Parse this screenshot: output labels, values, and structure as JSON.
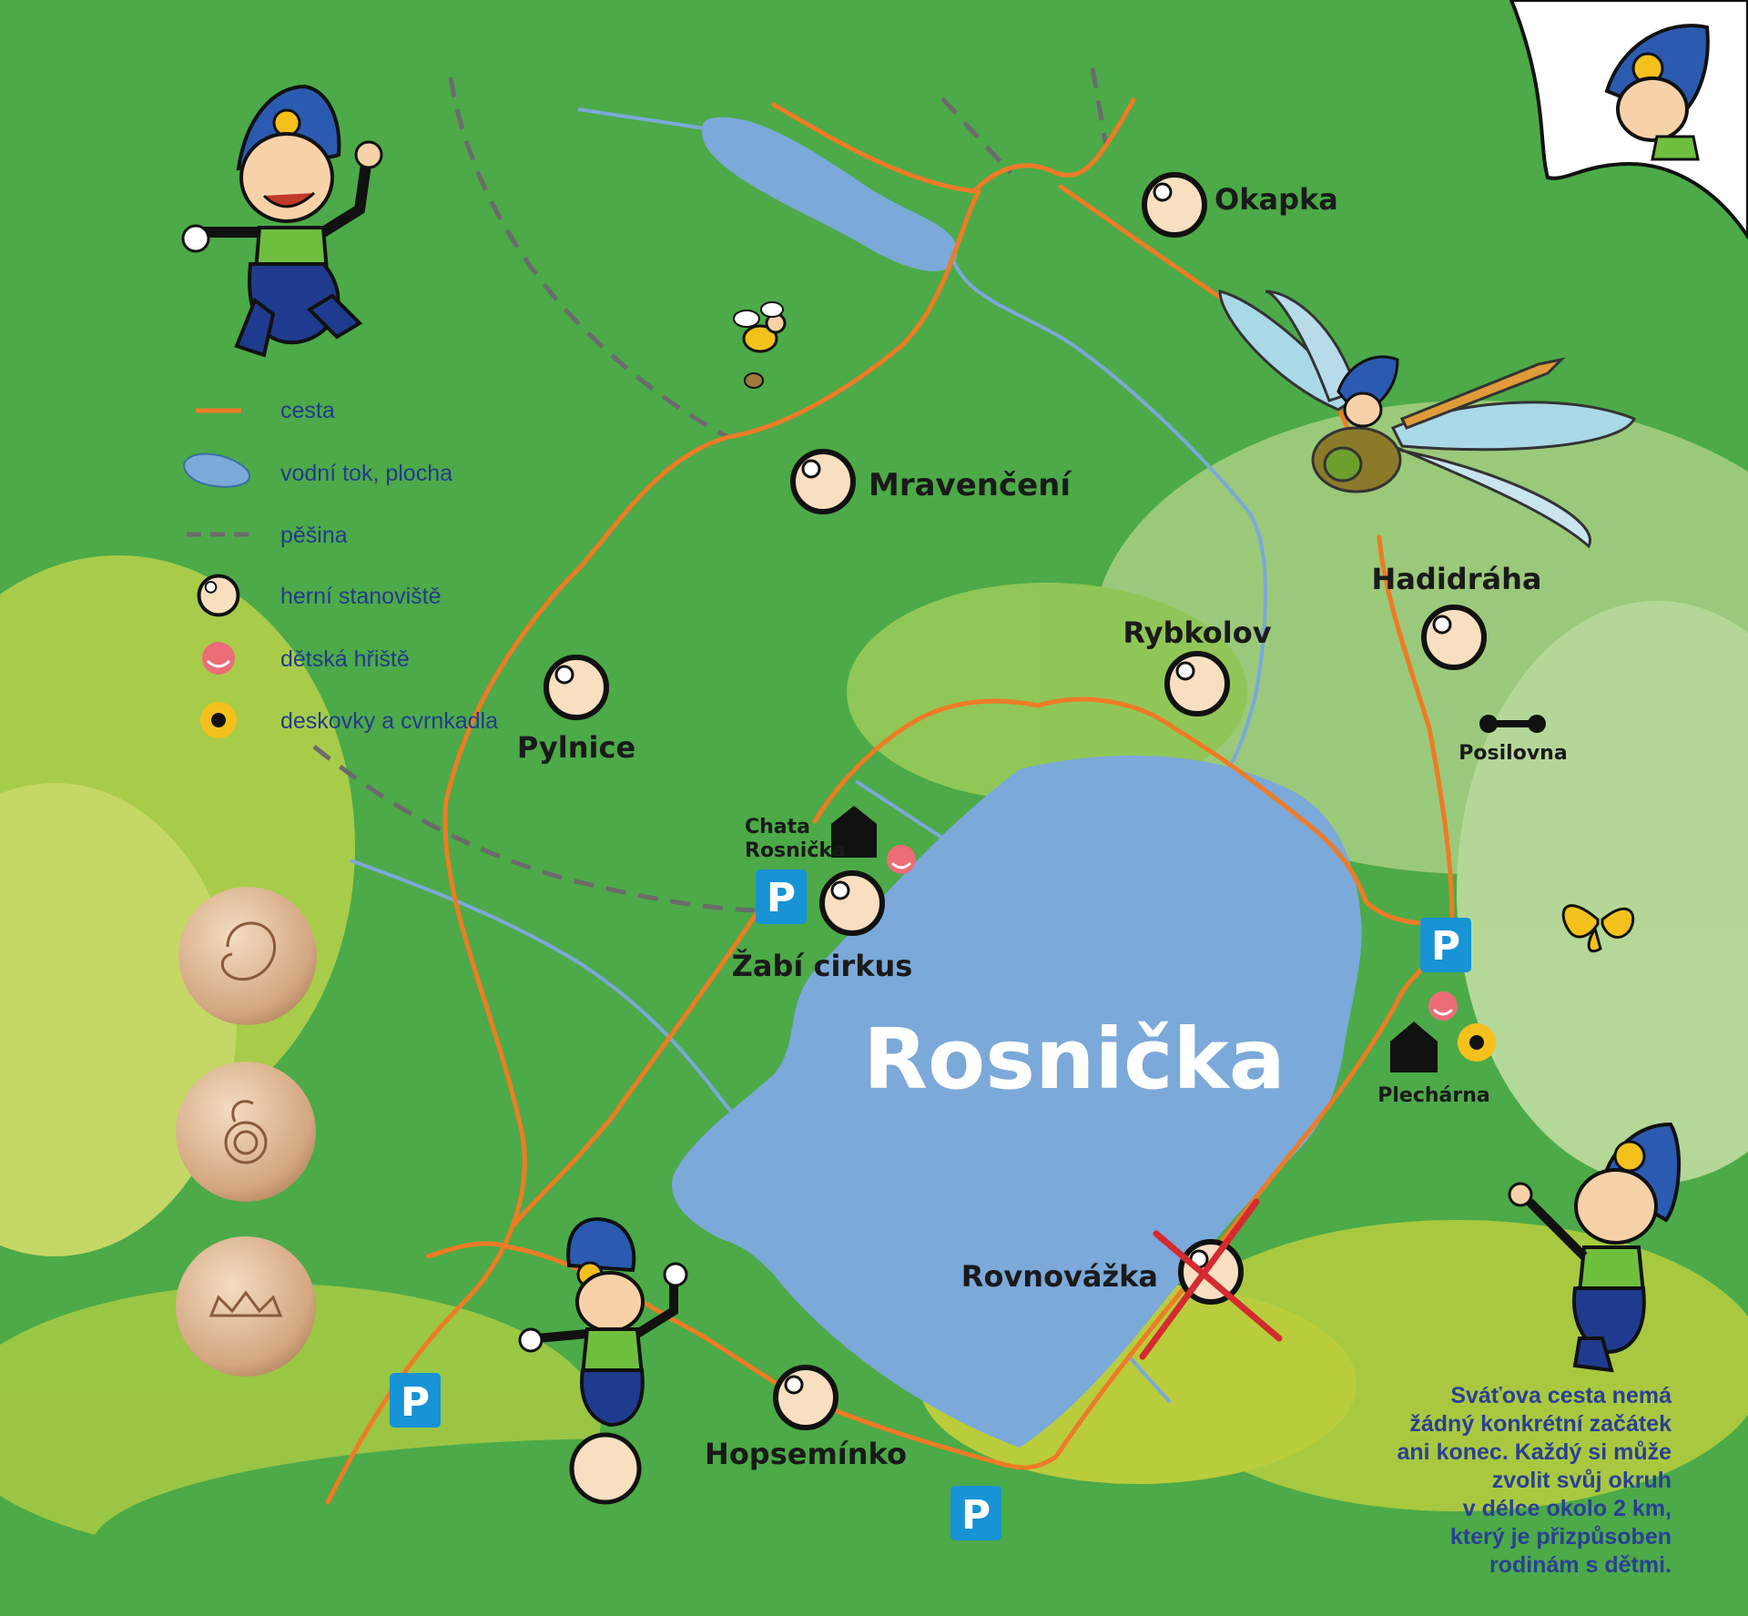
{
  "map": {
    "lake_name": "Rosnička",
    "stations": {
      "okapka": "Okapka",
      "mravenceni": "Mravenčení",
      "pylnice": "Pylnice",
      "rybkolov": "Rybkolov",
      "hadidraha": "Hadidráha",
      "zabi_cirkus": "Žabí cirkus",
      "hopseminko": "Hopsemínko",
      "rovnovazka": "Rovnovážka"
    },
    "places": {
      "chata_line1": "Chata",
      "chata_line2": "Rosnička",
      "plecharna": "Plechárna",
      "posilovna": "Posilovna"
    },
    "parking_symbol": "P",
    "colors": {
      "meadow": "#4caa48",
      "water": "#7ba9d9",
      "path": "#ee7b26",
      "footpath": "#6b6b6b",
      "station": "#f7dfc0",
      "playground": "#ec6c78",
      "boardgames": "#f4c11c",
      "parking": "#1793d6",
      "legend_text": "#243b8a"
    }
  },
  "legend": {
    "items": [
      {
        "icon": "orange-line-icon",
        "label": "cesta"
      },
      {
        "icon": "water-blob-icon",
        "label": "vodní tok, plocha"
      },
      {
        "icon": "dashed-line-icon",
        "label": "pěšina"
      },
      {
        "icon": "station-circle-icon",
        "label": "herní stanoviště"
      },
      {
        "icon": "playground-icon",
        "label": "dětská hřiště"
      },
      {
        "icon": "boardgame-dot-icon",
        "label": "deskovky a cvrnkadla"
      }
    ]
  },
  "note": {
    "lines": [
      "Sváťova cesta nemá",
      "žádný konkrétní začátek",
      "ani konec. Každý si může",
      "zvolit svůj okruh",
      "v délce okolo 2 km,",
      "který je přizpůsoben",
      "rodinám s dětmi."
    ]
  }
}
